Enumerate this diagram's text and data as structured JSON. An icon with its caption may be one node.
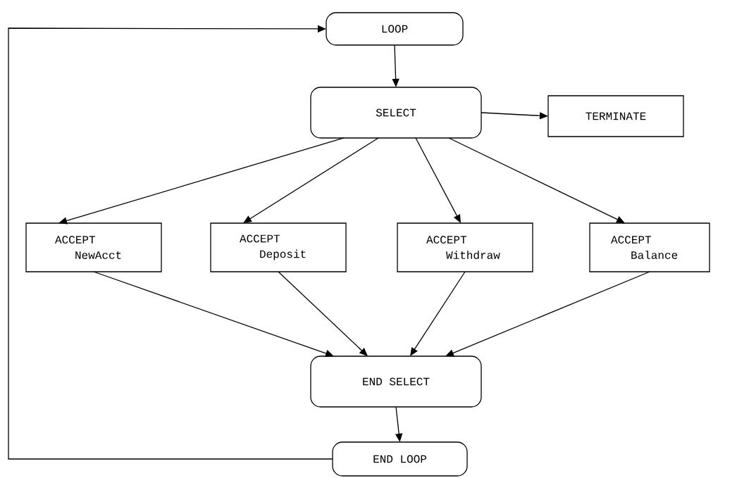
{
  "diagram": {
    "nodes": [
      {
        "text": [
          "LOOP"
        ]
      },
      {
        "text": [
          "SELECT"
        ]
      },
      {
        "text": [
          "TERMINATE"
        ]
      },
      {
        "text": [
          "ACCEPT NewAcct"
        ]
      },
      {
        "text": [
          "ACCEPT Deposit"
        ]
      },
      {
        "text": [
          "ACCEPT Withdraw"
        ]
      },
      {
        "text": [
          "ACCEPT Balance"
        ]
      },
      {
        "text": [
          "END SELECT"
        ]
      },
      {
        "text": [
          "END LOOP"
        ]
      }
    ],
    "edges": [
      {
        "from": 0,
        "to": 1,
        "arrow": "to"
      },
      {
        "from": 1,
        "to": 2,
        "arrow": "to"
      },
      {
        "from": 1,
        "to": 3,
        "arrow": "to"
      },
      {
        "from": 1,
        "to": 4,
        "arrow": "to"
      },
      {
        "from": 1,
        "to": 5,
        "arrow": "to"
      },
      {
        "from": 1,
        "to": 6,
        "arrow": "to"
      },
      {
        "from": 3,
        "to": 7,
        "arrow": "to"
      },
      {
        "from": 4,
        "to": 7,
        "arrow": "to"
      },
      {
        "from": 5,
        "to": 7,
        "arrow": "to"
      },
      {
        "from": 6,
        "to": 7,
        "arrow": "to"
      },
      {
        "from": 7,
        "to": 8,
        "arrow": "to"
      },
      {
        "from": 8,
        "to": 0,
        "arrow": "to"
      }
    ]
  }
}
